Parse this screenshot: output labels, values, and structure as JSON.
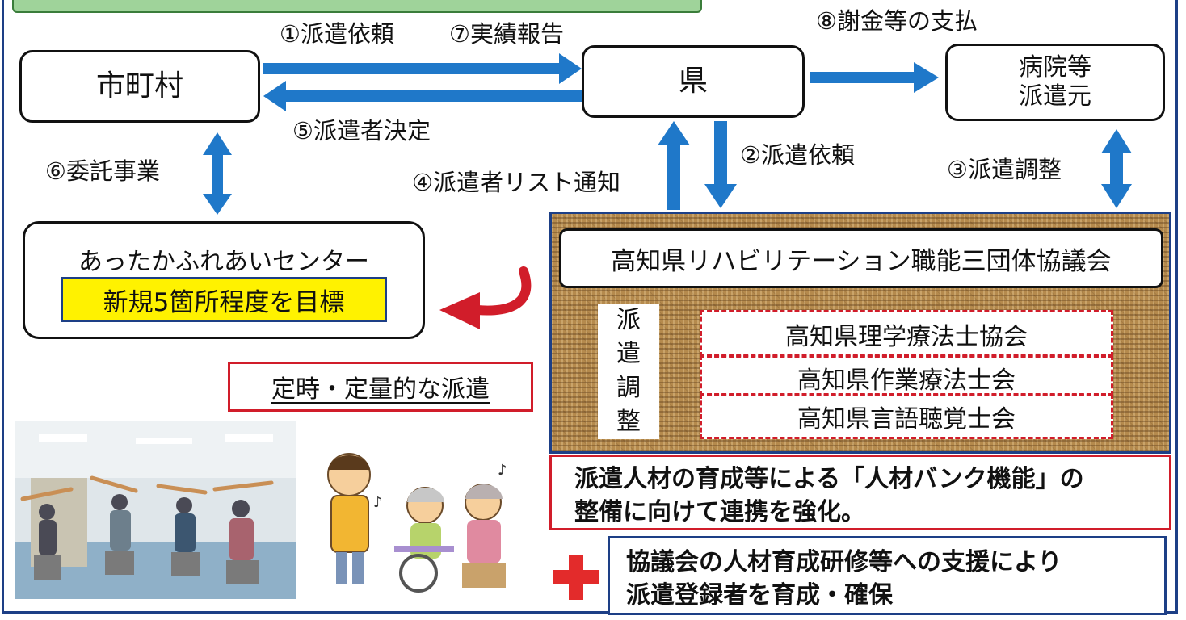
{
  "nodes": {
    "municipality": "市町村",
    "prefecture": "県",
    "hospital_line1": "病院等",
    "hospital_line2": "派遣元"
  },
  "flows": {
    "f1": "①派遣依頼",
    "f7": "⑦実績報告",
    "f5": "⑤派遣者決定",
    "f8": "⑧謝金等の支払",
    "f2": "②派遣依頼",
    "f4": "④派遣者リスト通知",
    "f3": "③派遣調整",
    "f6": "⑥委託事業"
  },
  "center": {
    "title": "あったかふれあいセンター",
    "goal": "新規5箇所程度を目標"
  },
  "regular_dispatch": "定時・定量的な派遣",
  "council": {
    "title": "高知県リハビリテーション職能三団体協議会",
    "vertical_label": [
      "派",
      "遣",
      "調",
      "整"
    ],
    "associations": [
      "高知県理学療法士協会",
      "高知県作業療法士会",
      "高知県言語聴覚士会"
    ]
  },
  "bank_text": {
    "line1": "派遣人材の育成等による「人材バンク機能」の",
    "line2": "整備に向けて連携を強化。"
  },
  "support_text": {
    "line1": "協議会の人材育成研修等への支援により",
    "line2": "派遣登録者を育成・確保"
  },
  "colors": {
    "flow_arrow": "#1f78c9",
    "highlight_red": "#d11d2a",
    "goal_yellow": "#fff200",
    "frame_navy": "#1d3f86"
  }
}
